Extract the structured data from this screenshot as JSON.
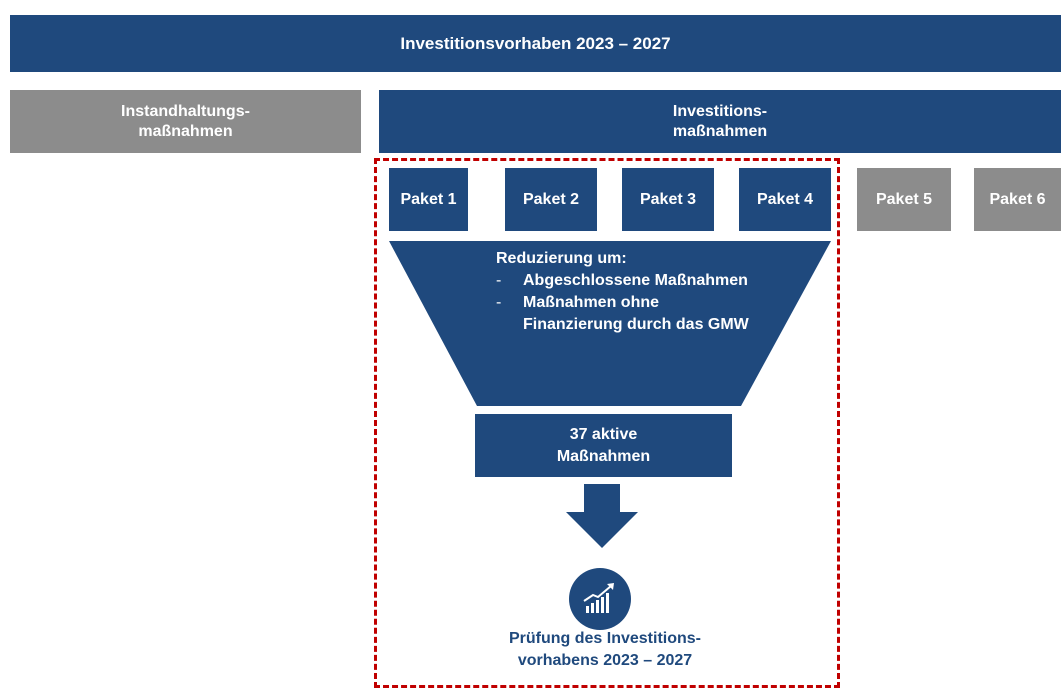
{
  "header": {
    "title": "Investitionsvorhaben 2023 – 2027"
  },
  "categories": {
    "maintenance": {
      "line1": "Instandhaltungs-",
      "line2": "maßnahmen"
    },
    "investment": {
      "line1": "Investitions-",
      "line2": "maßnahmen"
    }
  },
  "packages": [
    "Paket 1",
    "Paket 2",
    "Paket 3",
    "Paket 4",
    "Paket 5",
    "Paket 6"
  ],
  "funnel": {
    "heading": "Reduzierung um:",
    "items": [
      "Abgeschlossene Maßnahmen",
      "Maßnahmen ohne Finanzierung durch das GMW"
    ]
  },
  "result": {
    "line1": "37 aktive",
    "line2": "Maßnahmen"
  },
  "review": {
    "line1": "Prüfung des Investitions-",
    "line2": "vorhabens 2023 – 2027"
  },
  "colors": {
    "navy": "#1f497d",
    "gray": "#8c8c8c",
    "dashed_frame": "#c00000",
    "icon_circle": "#1f497d"
  },
  "icons": [
    "arrow-down-icon",
    "growth-chart-icon"
  ]
}
